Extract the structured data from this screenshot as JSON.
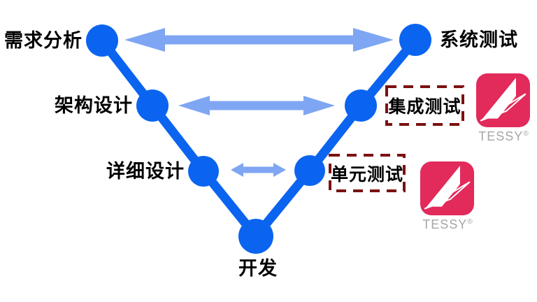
{
  "diagram": {
    "type": "v-model",
    "left_branch": [
      {
        "label": "需求分析"
      },
      {
        "label": "架构设计"
      },
      {
        "label": "详细设计"
      }
    ],
    "bottom": {
      "label": "开发"
    },
    "right_branch": [
      {
        "label": "单元测试"
      },
      {
        "label": "集成测试"
      },
      {
        "label": "系统测试"
      }
    ],
    "highlighted_phases": [
      "单元测试",
      "集成测试"
    ],
    "colors": {
      "node_blue": "#0B64F0",
      "arrow_light_blue": "#7FA6F3",
      "highlight_dark_red": "#7B1113",
      "tessy_pink": "#E22A5B",
      "tessy_text_gray": "#A6A6A6"
    }
  },
  "tessy": {
    "wordmark": "TESSY",
    "registered": "®"
  }
}
